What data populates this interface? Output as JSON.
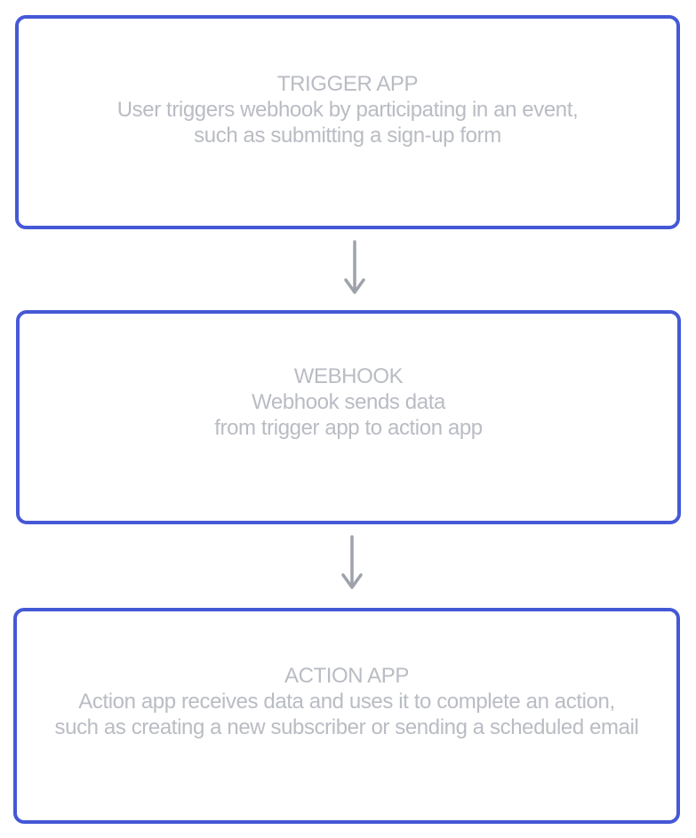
{
  "trigger": {
    "title": "TRIGGER APP",
    "line1": "User triggers webhook by participating in an event,",
    "line2": "such as submitting a sign-up form"
  },
  "webhook": {
    "title": "WEBHOOK",
    "line1": "Webhook sends data",
    "line2": "from trigger app to action app"
  },
  "action": {
    "title": "ACTION APP",
    "line1": "Action app receives data and uses it to complete an action,",
    "line2": "such as creating a new subscriber or sending a scheduled email"
  },
  "colors": {
    "box_border": "#4558d6",
    "text": "#b9bcc3",
    "arrow": "#9ea2ab"
  },
  "icons": {
    "connector": "arrow-down-icon"
  }
}
